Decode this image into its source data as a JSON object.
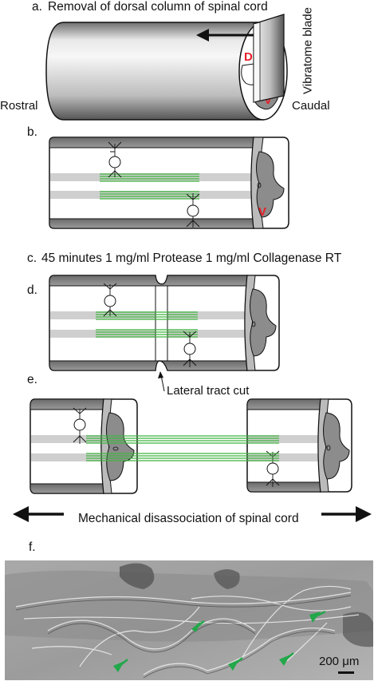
{
  "panel_a": {
    "letter": "a.",
    "title": "Removal of dorsal column of spinal cord",
    "tool_label": "Vibratome blade",
    "dorsal_mark": "D",
    "ventral_mark": "V",
    "left_label": "Rostral",
    "right_label": "Caudal"
  },
  "panel_b": {
    "letter": "b.",
    "ventral_mark": "V"
  },
  "panel_c": {
    "letter": "c.",
    "text": "45 minutes 1 mg/ml Protease 1 mg/ml Collagenase RT"
  },
  "panel_d": {
    "letter": "d.",
    "annotation": "Lateral tract cut"
  },
  "panel_e": {
    "letter": "e.",
    "caption": "Mechanical disassociation of spinal cord"
  },
  "panel_f": {
    "letter": "f.",
    "scale_bar": "200 μm"
  },
  "colors": {
    "axon_green": "#3fb53f",
    "grey_matter": "#8c8c8c",
    "tract_band": "#cfcfcf",
    "accent_red": "#e8202a",
    "arrow_green": "#22a84a"
  }
}
